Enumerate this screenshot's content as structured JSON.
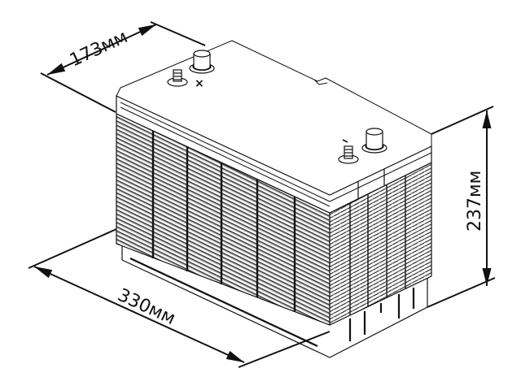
{
  "diagram": {
    "subject": "Car battery dimension drawing",
    "dimensions": {
      "width": {
        "label": "173мм"
      },
      "length": {
        "label": "330мм"
      },
      "height": {
        "label": "237мм"
      }
    },
    "terminals": {
      "left": {
        "marker": "×"
      },
      "right": {
        "marker": "-"
      }
    },
    "colors": {
      "line": "#111111",
      "fill": "#ffffff",
      "shade": "#f4f4f4"
    }
  }
}
